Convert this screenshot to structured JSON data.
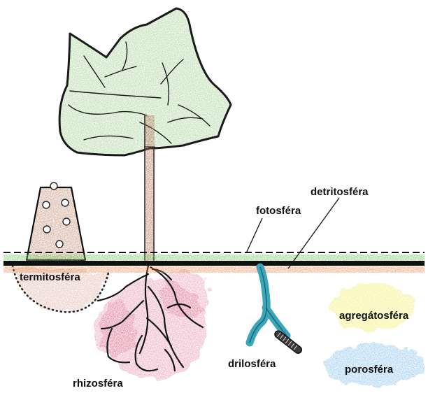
{
  "labels": {
    "detritosfera": "detritosféra",
    "fotosfera": "fotosféra",
    "termitosfera": "termitosféra",
    "agregatosfera": "agregátosféra",
    "porosfera": "porosféra",
    "drilosfera": "drilosféra",
    "rhizosfera": "rhizosféra"
  },
  "colors": {
    "canopy_fill": "#9fcf8f",
    "canopy_outline": "#1a1a1a",
    "trunk": "#b0684c",
    "soil_line": "#111111",
    "photosphere_band": "#6fbf5a",
    "detritus_band": "#ee8a4f",
    "termite_mound": "#c08a70",
    "termite_zone": "#d9a898",
    "rhizosphere": "#e07a9a",
    "earthworm_burrow": "#3aa6b9",
    "aggregate_zone": "#f0ea4a",
    "pore_zone": "#6fb6e8"
  },
  "icons": {
    "tree": "tree-icon",
    "termite_mound": "termite-mound-icon",
    "earthworm": "earthworm-icon"
  }
}
